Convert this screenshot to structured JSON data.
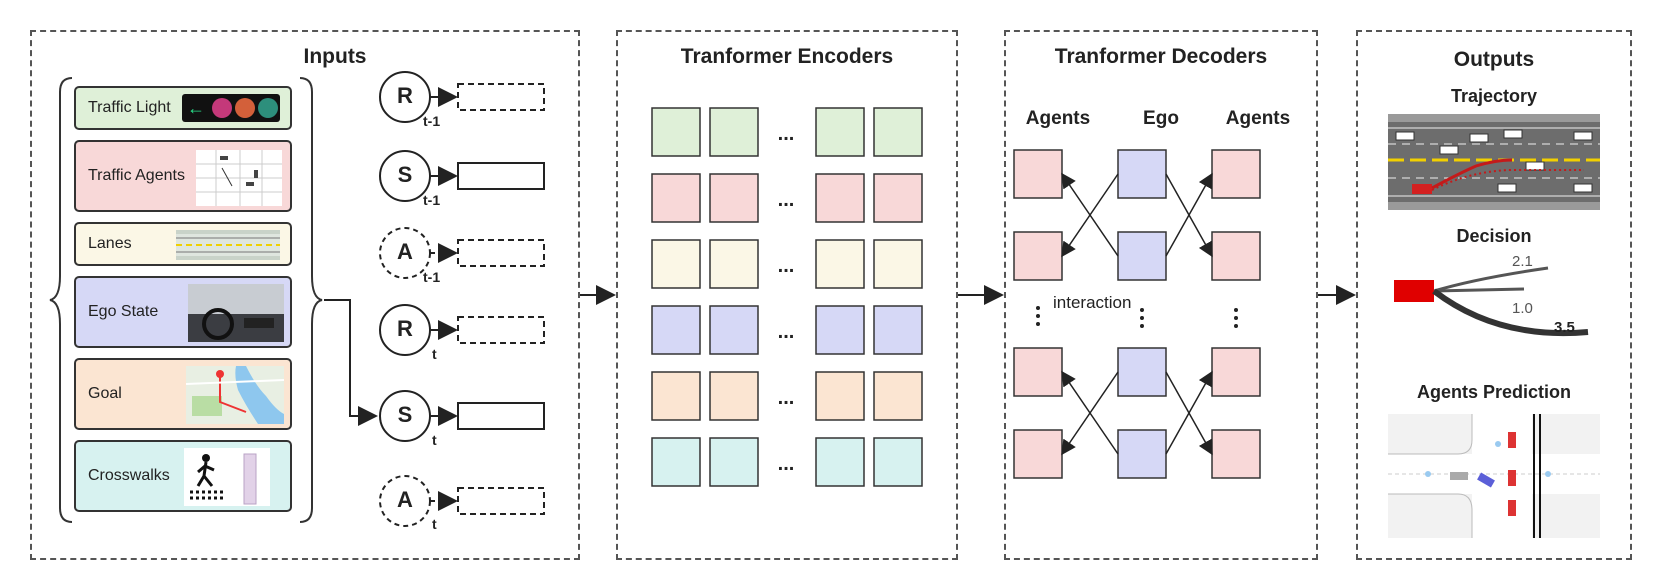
{
  "panels": {
    "inputs_title": "Inputs",
    "encoders_title": "Tranformer Encoders",
    "decoders_title": "Tranformer Decoders",
    "outputs_title": "Outputs"
  },
  "inputs": {
    "items": [
      {
        "label": "Traffic Light",
        "color": "#dff0d8"
      },
      {
        "label": "Traffic Agents",
        "color": "#f8d8d8"
      },
      {
        "label": "Lanes",
        "color": "#fbf7e6"
      },
      {
        "label": "Ego State",
        "color": "#d6d8f6"
      },
      {
        "label": "Goal",
        "color": "#fbe5d2"
      },
      {
        "label": "Crosswalks",
        "color": "#d7f2f0"
      }
    ]
  },
  "sequence": {
    "nodes": [
      {
        "letter": "R",
        "subscript": "t-1",
        "dashed": false,
        "box_dashed": true
      },
      {
        "letter": "S",
        "subscript": "t-1",
        "dashed": false,
        "box_dashed": false
      },
      {
        "letter": "A",
        "subscript": "t-1",
        "dashed": true,
        "box_dashed": true
      },
      {
        "letter": "R",
        "subscript": "t",
        "dashed": false,
        "box_dashed": true
      },
      {
        "letter": "S",
        "subscript": "t",
        "dashed": false,
        "box_dashed": false
      },
      {
        "letter": "A",
        "subscript": "t",
        "dashed": true,
        "box_dashed": true
      }
    ]
  },
  "encoder": {
    "row_colors": [
      "#dff0d8",
      "#f8d8d8",
      "#fbf7e6",
      "#d6d8f6",
      "#fbe5d2",
      "#d7f2f0"
    ],
    "ellipsis": "..."
  },
  "decoder": {
    "agents_left": "Agents",
    "ego": "Ego",
    "agents_right": "Agents",
    "interaction": "interaction",
    "agent_color": "#f8d8d8",
    "ego_color": "#d6d8f6"
  },
  "outputs": {
    "trajectory": "Trajectory",
    "decision": "Decision",
    "agents_prediction": "Agents Prediction",
    "decision_values": [
      "2.1",
      "1.0",
      "3.5"
    ]
  }
}
